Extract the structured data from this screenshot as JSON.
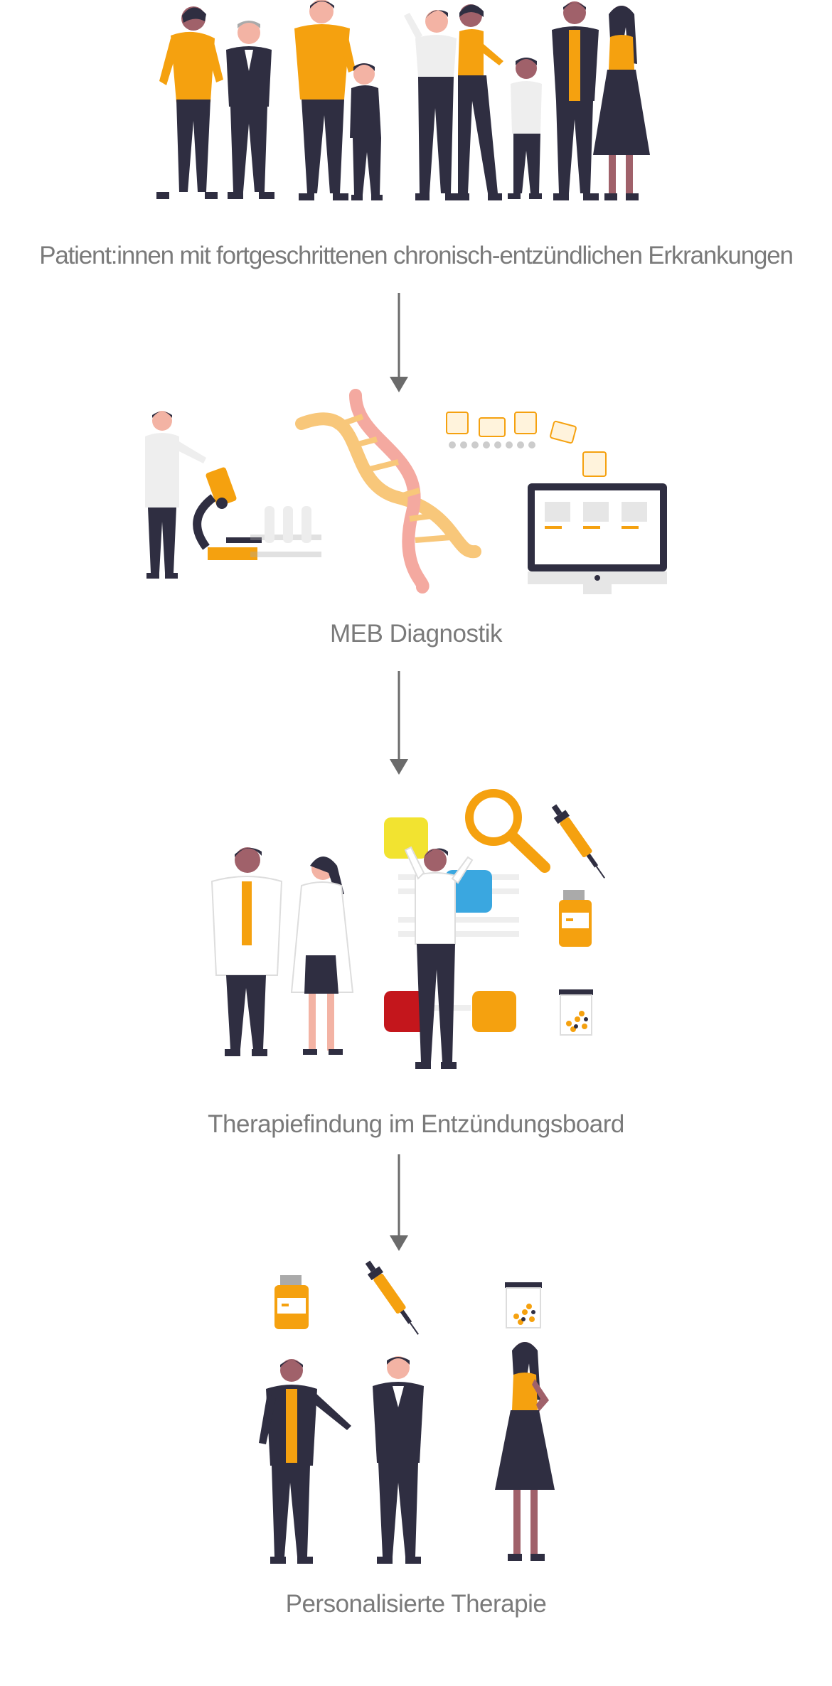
{
  "steps": [
    {
      "label": "Patient:innen mit fortgeschrittenen chronisch-entzündlichen Erkrankungen"
    },
    {
      "label": "MEB Diagnostik"
    },
    {
      "label": "Therapiefindung im Entzündungsboard"
    },
    {
      "label": "Personalisierte Therapie"
    }
  ],
  "colors": {
    "accent_orange": "#f5a10f",
    "dark_navy": "#2f2e41",
    "skin_light": "#f3b3a4",
    "skin_dark": "#a0616a",
    "label_gray": "#7a7a7a",
    "arrow_gray": "#6b6b6b",
    "dna_orange": "#f8c77a",
    "dna_pink": "#f4a9a0",
    "yellow": "#f2e330",
    "blue": "#3aa7e0",
    "red": "#c4161c"
  }
}
